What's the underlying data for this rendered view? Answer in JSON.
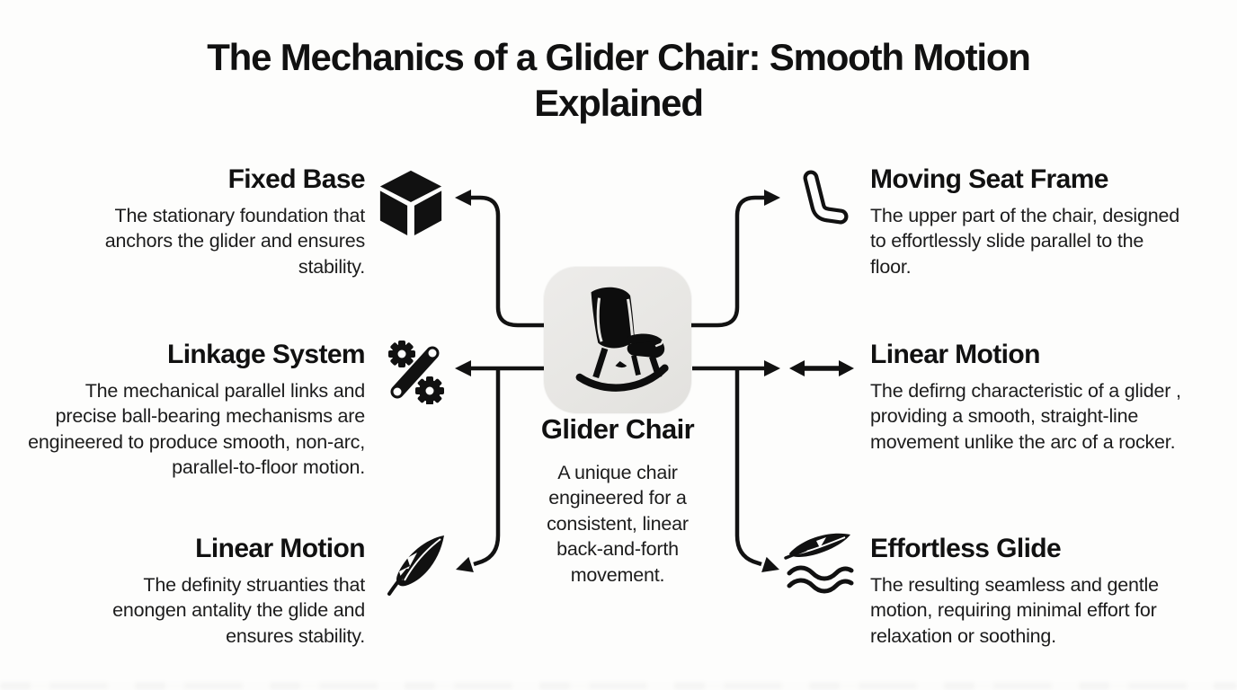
{
  "title": "The Mechanics of a Glider Chair: Smooth Motion Explained",
  "center": {
    "label": "Glider Chair",
    "description": "A unique chair engineered for a consistent, linear back-and-forth movement.",
    "icon": "rocking-chair-icon",
    "card_color": "#e9e8e5"
  },
  "left_items": [
    {
      "label": "Fixed Base",
      "description": "The stationary foundation that anchors the glider and ensures stability.",
      "icon": "cube-icon"
    },
    {
      "label": "Linkage System",
      "description": "The mechanical parallel links and precise ball-bearing mechanisms are engineered to produce smooth, non-arc, parallel-to-floor motion.",
      "icon": "gears-linkage-icon"
    },
    {
      "label": "Linear Motion",
      "description": "The definity struanties that enongen antality the glide and ensures stability.",
      "icon": "feather-icon"
    }
  ],
  "right_items": [
    {
      "label": "Moving Seat Frame",
      "description": "The upper part of the chair, designed to effortlessly slide parallel to the floor.",
      "icon": "seat-frame-icon"
    },
    {
      "label": "Linear Motion",
      "description": "The defirng characteristic of a glider , providing a smooth, straight-line movement unlike the arc of a rocker.",
      "icon": "double-arrow-icon"
    },
    {
      "label": "Effortless Glide",
      "description": "The resulting seamless and gentle motion, requiring minimal effort for relaxation or soothing.",
      "icon": "feather-wave-icon"
    }
  ],
  "colors": {
    "ink": "#111111",
    "background": "#fdfdfc",
    "card_background": "#e9e8e5"
  }
}
